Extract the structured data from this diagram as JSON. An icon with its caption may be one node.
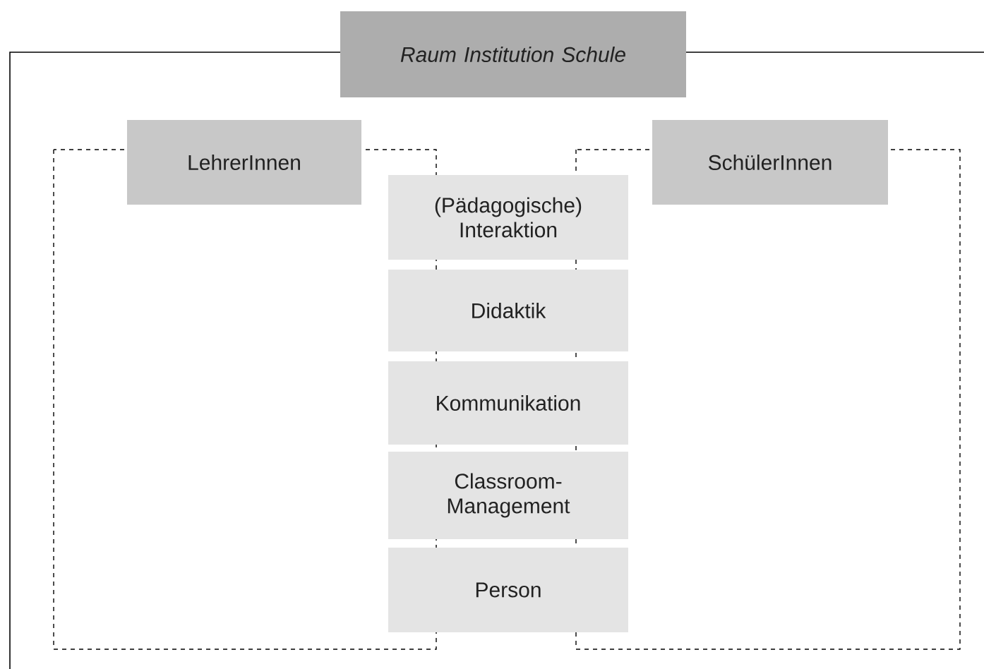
{
  "diagram": {
    "nodes": [
      {
        "text": [
          "Raum Institution Schule"
        ]
      },
      {
        "text": [
          "LehrerInnen"
        ],
        "in": 0
      },
      {
        "text": [
          "SchülerInnen"
        ],
        "in": 0
      },
      {
        "text": [
          "(Pädagogische) Interaktion"
        ],
        "in": 0
      },
      {
        "text": [
          "Didaktik"
        ],
        "in": 0
      },
      {
        "text": [
          "Kommunikation"
        ],
        "in": 0
      },
      {
        "text": [
          "Classroom- Management"
        ],
        "in": 0
      },
      {
        "text": [
          "Person"
        ],
        "in": 0
      }
    ]
  }
}
